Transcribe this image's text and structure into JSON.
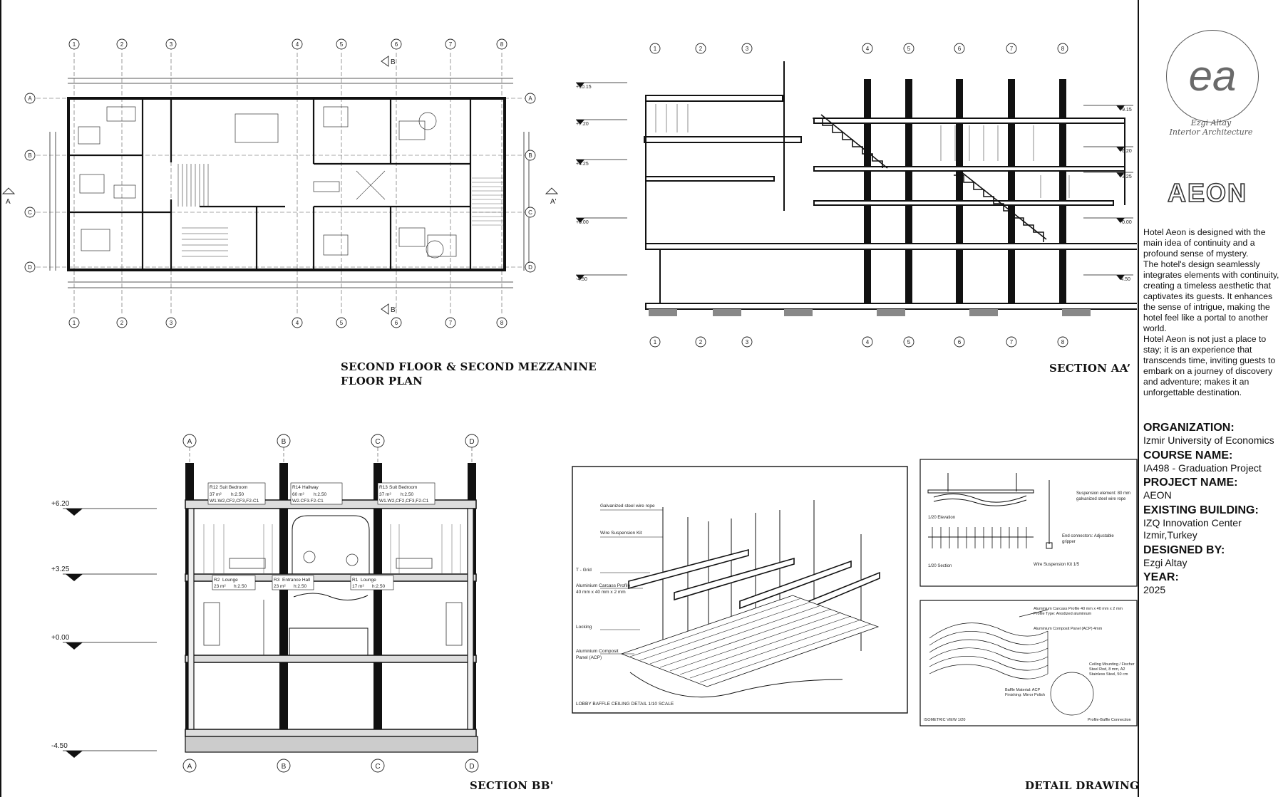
{
  "captions": {
    "floor_plan_line1": "SECOND FLOOR & SECOND MEZZANINE",
    "floor_plan_line2": "FLOOR PLAN",
    "section_aa": "SECTION AA’",
    "section_bb": "SECTION BB'",
    "detail": "DETAIL DRAWING"
  },
  "plan": {
    "axes_numbers": [
      "1",
      "2",
      "3",
      "4",
      "5",
      "6",
      "7",
      "8"
    ],
    "axes_letters": [
      "A",
      "B",
      "C",
      "D"
    ],
    "section_markers": [
      "A",
      "A'",
      "B",
      "B'"
    ]
  },
  "section_aa": {
    "levels": [
      "+10.15",
      "+7.20",
      "+4.25",
      "+0.00",
      "-4.50"
    ],
    "right_levels": [
      "+9.15",
      "+6.20",
      "+3.25",
      "+0.00",
      "-4.50"
    ],
    "axes": [
      "1",
      "2",
      "3",
      "4",
      "5",
      "6",
      "7",
      "8"
    ]
  },
  "section_bb": {
    "axes": [
      "A",
      "B",
      "C",
      "D"
    ],
    "levels": [
      "+6.20",
      "+3.25",
      "+0.00",
      "-4.50"
    ],
    "rooms_top": [
      {
        "code": "R12",
        "name": "Suit Bedroom",
        "area": "37 m²",
        "height": "h:2.50",
        "finish": "W1.W2,CF2,CF3,F2-C1"
      },
      {
        "code": "R14",
        "name": "Hallway",
        "area": "60 m²",
        "height": "h:2.50",
        "finish": "W2.CF3.F2-C1"
      },
      {
        "code": "R13",
        "name": "Suit Bedroom",
        "area": "37 m²",
        "height": "h:2.50",
        "finish": "W1.W2,CF2,CF3,F2-C1"
      }
    ],
    "rooms_bottom": [
      {
        "code": "R2",
        "name": "Lounge",
        "area": "23 m²",
        "height": "h:2.50"
      },
      {
        "code": "R3",
        "name": "Entrance Hall",
        "area": "23 m²",
        "height": "h:2.50"
      },
      {
        "code": "R1",
        "name": "Lounge",
        "area": "17 m²",
        "height": "h:2.50"
      }
    ]
  },
  "detail": {
    "labels": [
      "Galvanized steel wire rope",
      "Wire Suspension Kit",
      "T - Grid",
      "Aluminium Carcass Profile",
      "40 mm x 40 mm x 2 mm",
      "Locking",
      "Aluminium Composit",
      "Panel (ACP)"
    ],
    "caption": "LOBBY BAFFLE CEILING DETAIL 1/10 SCALE",
    "elevation_labels": [
      "Suspension element: 80 mm",
      "galvanized steel wire rope",
      "End connectors: Adjustable",
      "gripper"
    ],
    "elevation_view": "1/20 Elevation",
    "section_view": "1/20 Section",
    "wire_kit": "Wire Suspension Kit 1/5",
    "iso_labels": [
      "Aluminium Carcass Profile 40 mm x 40 mm x 2 mm",
      "Profile Type: Anodized aluminium",
      "Aluminium Composit Panel (ACP) 4mm",
      "Ceiling Mounting / Fischer",
      "Steel Rod, 8 mm, A2",
      "Stainless Steel, 50 cm",
      "Baffle Material: ACP",
      "Finishing: Mirror Polish"
    ],
    "iso_view": "ISOMETRIC VIEW 1/20",
    "profile_connection": "Profile-Baffle Connection"
  },
  "title_block": {
    "logo_letters": "ea",
    "logo_name": "Ezgi Altay",
    "logo_sub": "Interior Architecture",
    "project_wordmark": "AEON",
    "description": [
      "Hotel Aeon is designed with the main idea of continuity and a profound sense of mystery.",
      "The hotel's design seamlessly integrates elements with continuity, creating a timeless aesthetic that captivates its guests. It enhances the sense of intrigue, making the hotel feel like a portal to another world.",
      "Hotel Aeon is not just a place to stay; it is an experience that transcends time, inviting guests to embark on a journey of discovery and adventure; makes it an unforgettable destination."
    ],
    "fields": [
      {
        "label": "ORGANIZATION:",
        "values": [
          "Izmir University of Economics"
        ]
      },
      {
        "label": "COURSE NAME:",
        "values": [
          "IA498 - Graduation Project"
        ]
      },
      {
        "label": "PROJECT NAME:",
        "values": [
          "AEON"
        ]
      },
      {
        "label": "EXISTING BUILDING:",
        "values": [
          "IZQ Innovation Center",
          "Izmir,Turkey"
        ]
      },
      {
        "label": "DESIGNED BY:",
        "values": [
          "Ezgi Altay"
        ]
      },
      {
        "label": "YEAR:",
        "values": [
          "2025"
        ]
      }
    ]
  }
}
